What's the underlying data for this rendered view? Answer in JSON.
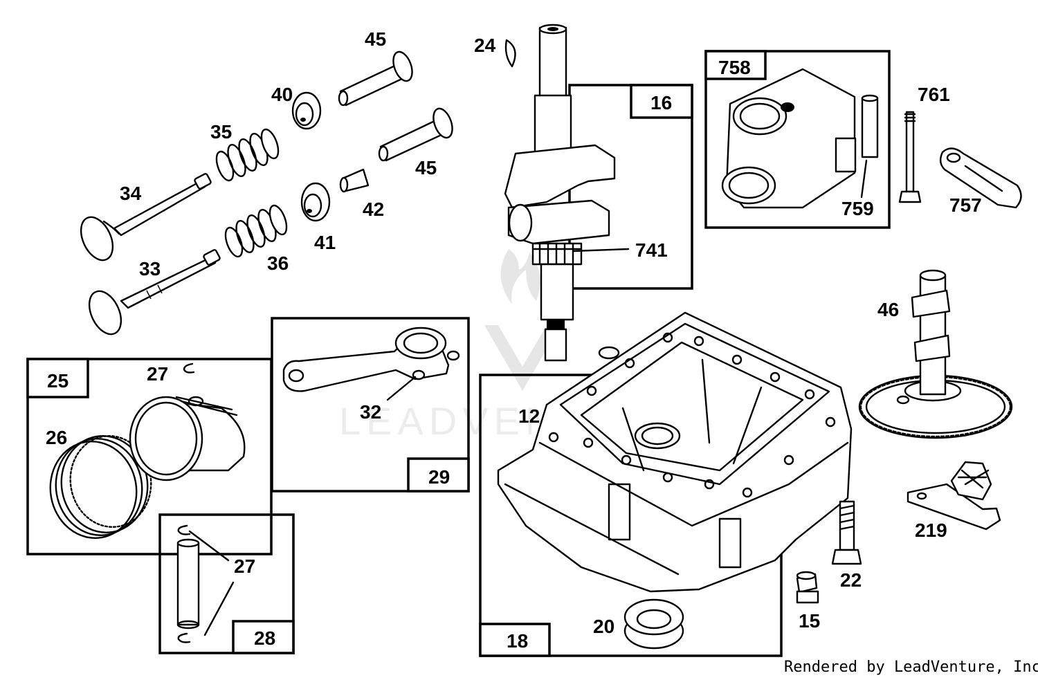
{
  "watermark": {
    "text": "LEADVENTURE"
  },
  "footer": {
    "text": "Rendered by LeadVenture, Inc."
  },
  "boxes": {
    "b16": "16",
    "b758": "758",
    "b25": "25",
    "b29": "29",
    "b28": "28",
    "b18": "18"
  },
  "callouts": {
    "c45a": "45",
    "c24": "24",
    "c40": "40",
    "c35": "35",
    "c45b": "45",
    "c34": "34",
    "c42": "42",
    "c41": "41",
    "c33": "33",
    "c36": "36",
    "c741": "741",
    "c761": "761",
    "c759": "759",
    "c757": "757",
    "c46": "46",
    "c27a": "27",
    "c26": "26",
    "c32": "32",
    "c12": "12",
    "c27b": "27",
    "c219": "219",
    "c22": "22",
    "c15": "15",
    "c20": "20"
  }
}
